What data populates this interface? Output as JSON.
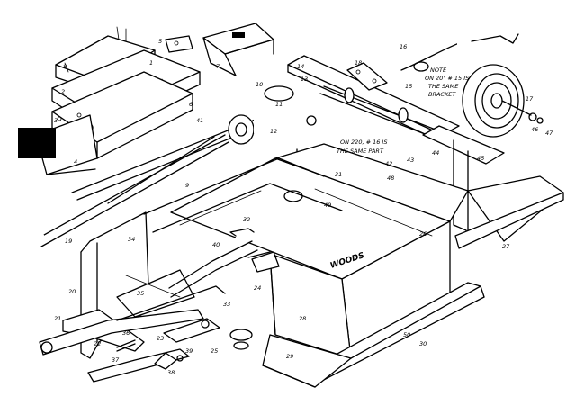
{
  "brand": "WOODS",
  "note_top": [
    "NOTE",
    "ON 20\" # 15 IS",
    "THE SAME",
    "BRACKET"
  ],
  "note_center": [
    "ON 220, # 16 IS",
    "THE SAME PART"
  ],
  "callouts": [
    "1",
    "2",
    "3",
    "4",
    "5",
    "6",
    "7",
    "8",
    "9",
    "10",
    "11",
    "12",
    "13",
    "14",
    "15",
    "16",
    "17",
    "18",
    "19",
    "20",
    "21",
    "22",
    "23",
    "24",
    "25",
    "26",
    "27",
    "28",
    "29",
    "30",
    "31",
    "32",
    "33",
    "34",
    "35",
    "36",
    "37",
    "38",
    "39",
    "40",
    "41",
    "42",
    "43",
    "44",
    "45",
    "46",
    "47",
    "48",
    "49",
    "50"
  ]
}
